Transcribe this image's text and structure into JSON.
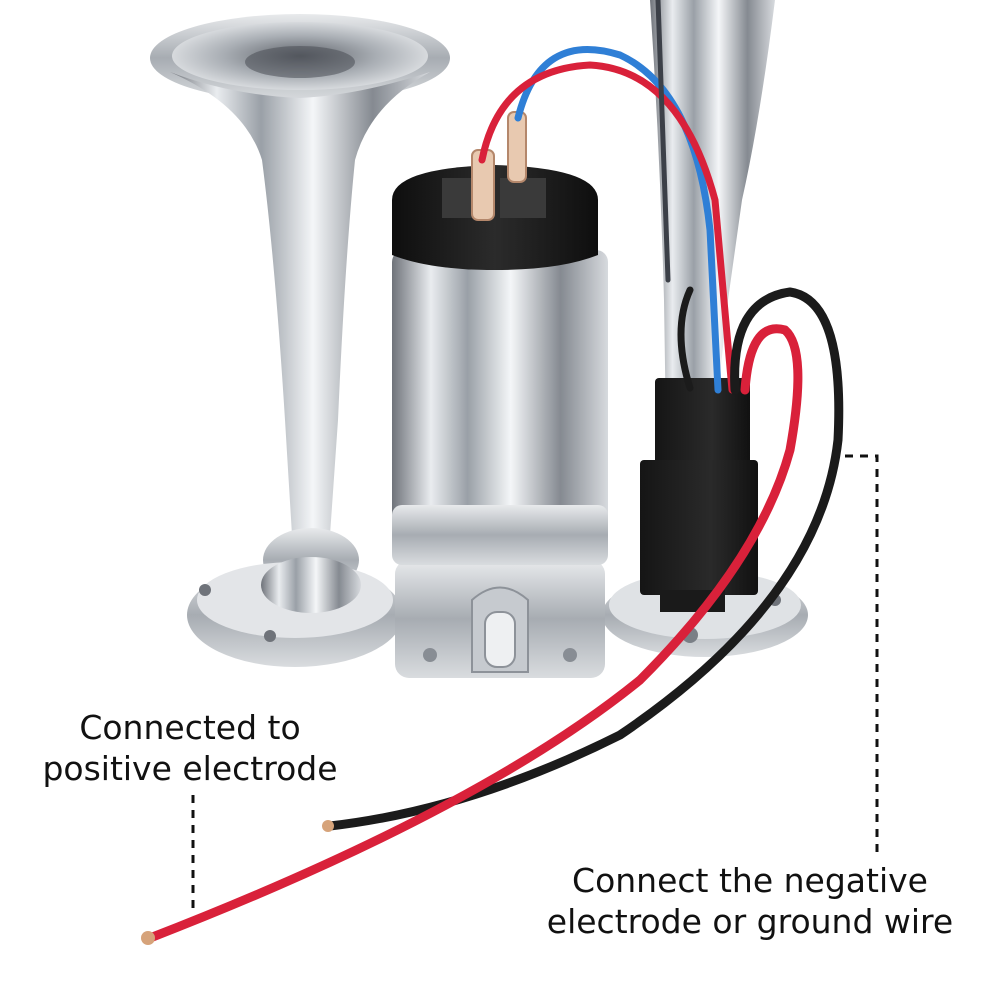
{
  "callouts": {
    "positive": {
      "line1": "Connected to",
      "line2": "positive electrode"
    },
    "negative": {
      "line1": "Connect the negative",
      "line2": "electrode or ground wire"
    }
  },
  "icons": [
    "twin-trumpet-horn",
    "air-compressor",
    "relay",
    "wire"
  ],
  "colors": {
    "background": "#ffffff",
    "chrome": "#c9ccd0",
    "compressor_cap": "#1a1a1a",
    "wire_red": "#d9213a",
    "wire_black": "#1b1b1b",
    "wire_blue": "#2f7fd6",
    "label_text": "#111111"
  }
}
